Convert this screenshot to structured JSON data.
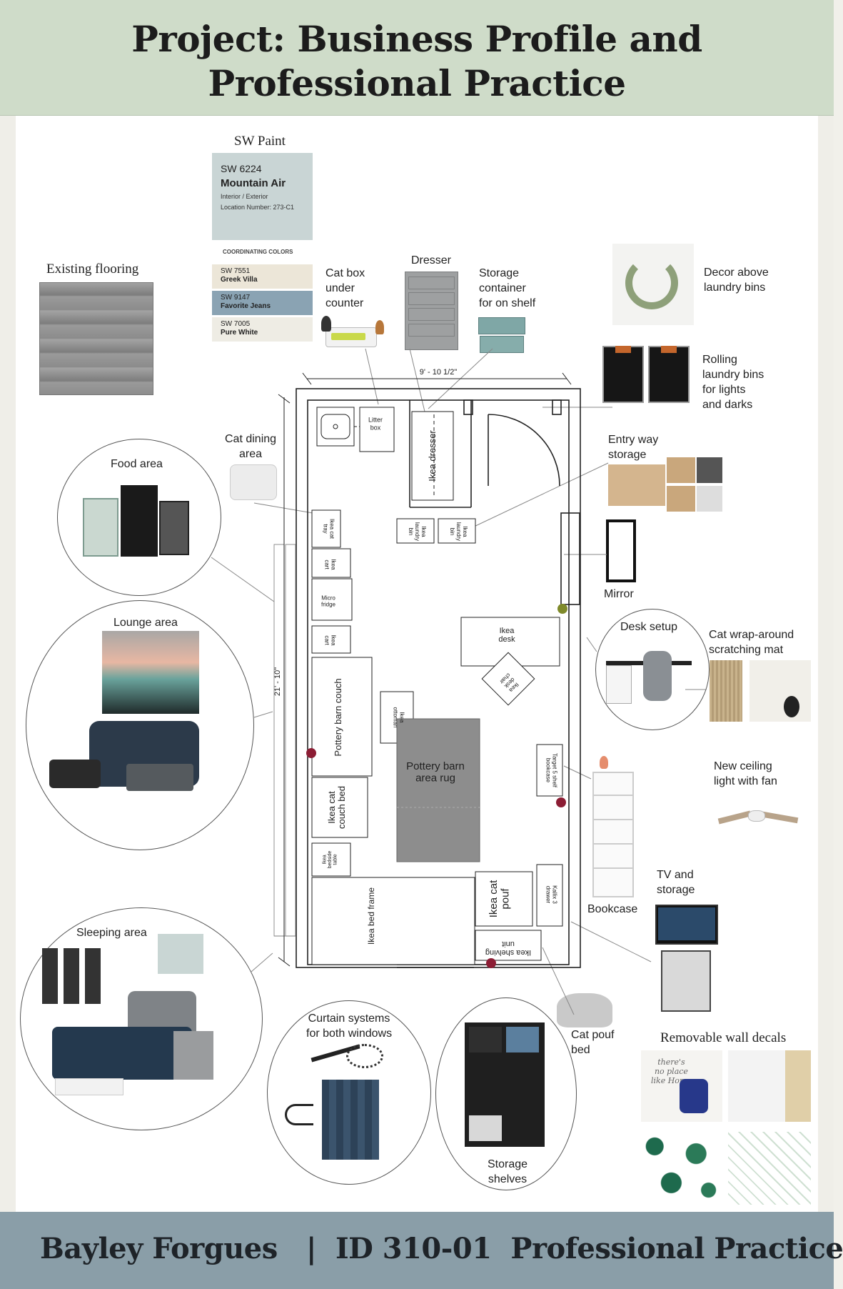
{
  "header": {
    "title_line1": "Project: Business Profile and",
    "title_line2": "Professional Practice"
  },
  "footer": {
    "text": "Bayley Forgues   |  ID 310-01  Professional Practice"
  },
  "paint": {
    "heading": "SW Paint",
    "main": {
      "code": "SW 6224",
      "name": "Mountain Air",
      "type": "Interior / Exterior",
      "location": "Location Number: 273-C1",
      "color": "#c9d5d5"
    },
    "coord_heading": "COORDINATING COLORS",
    "coord": [
      {
        "code": "SW 7551",
        "name": "Greek Villa",
        "color": "#ece6d8"
      },
      {
        "code": "SW 9147",
        "name": "Favorite Jeans",
        "color": "#8aa3b3"
      },
      {
        "code": "SW 7005",
        "name": "Pure White",
        "color": "#eeece4"
      }
    ]
  },
  "labels": {
    "flooring": "Existing flooring",
    "cat_box": "Cat box\nunder\ncounter",
    "dresser": "Dresser",
    "storage_container": "Storage\ncontainer\nfor on shelf",
    "decor": "Decor above\nlaundry bins",
    "rolling": "Rolling\nlaundry bins\nfor lights\nand darks",
    "entry": "Entry way\nstorage",
    "mirror": "Mirror",
    "cat_dining": "Cat dining\narea",
    "food": "Food area",
    "lounge": "Lounge area",
    "desk": "Desk setup",
    "scratch": "Cat wrap-around\nscratching mat",
    "ceiling": "New ceiling\nlight with fan",
    "bookcase": "Bookcase",
    "tv": "TV and\nstorage",
    "sleeping": "Sleeping area",
    "curtain": "Curtain systems\nfor both windows",
    "storage_shelves": "Storage\nshelves",
    "cat_pouf_bed": "Cat pouf\nbed",
    "decals": "Removable wall decals"
  },
  "plan": {
    "dim_width": "9' - 10 1/2\"",
    "dim_length": "21' - 10\"",
    "litter": "Litter\nbox",
    "ikea_dresser": "Ikea dresser",
    "laundry1": "Ikea\nlaundry\nbin",
    "laundry2": "Ikea\nlaundry\nbin",
    "cat_tray": "Ikea cat\ntray",
    "cart1": "Ikea\ncart",
    "micro": "Micro\nfridge",
    "cart2": "Ikea\ncart",
    "desk": "Ikea\ndesk",
    "desk_chair": "Ikea\ndesk\nchair",
    "couch": "Pottery barn couch",
    "ottoman": "Ikea\nottoman",
    "rug": "Pottery barn\narea rug",
    "target_shelf": "Target 5 shelf\nbookcase",
    "couch_bed": "Ikea cat\ncouch bed",
    "bedside": "Ikea\nbedside\ntable",
    "bed": "Ikea bed frame",
    "pouf": "Ikea cat\npouf",
    "kallix": "Kallix 3\ndrawer",
    "shelving": "Ikea shelving\nunit"
  },
  "decal_quote": "there's\nno place\nlike Home"
}
